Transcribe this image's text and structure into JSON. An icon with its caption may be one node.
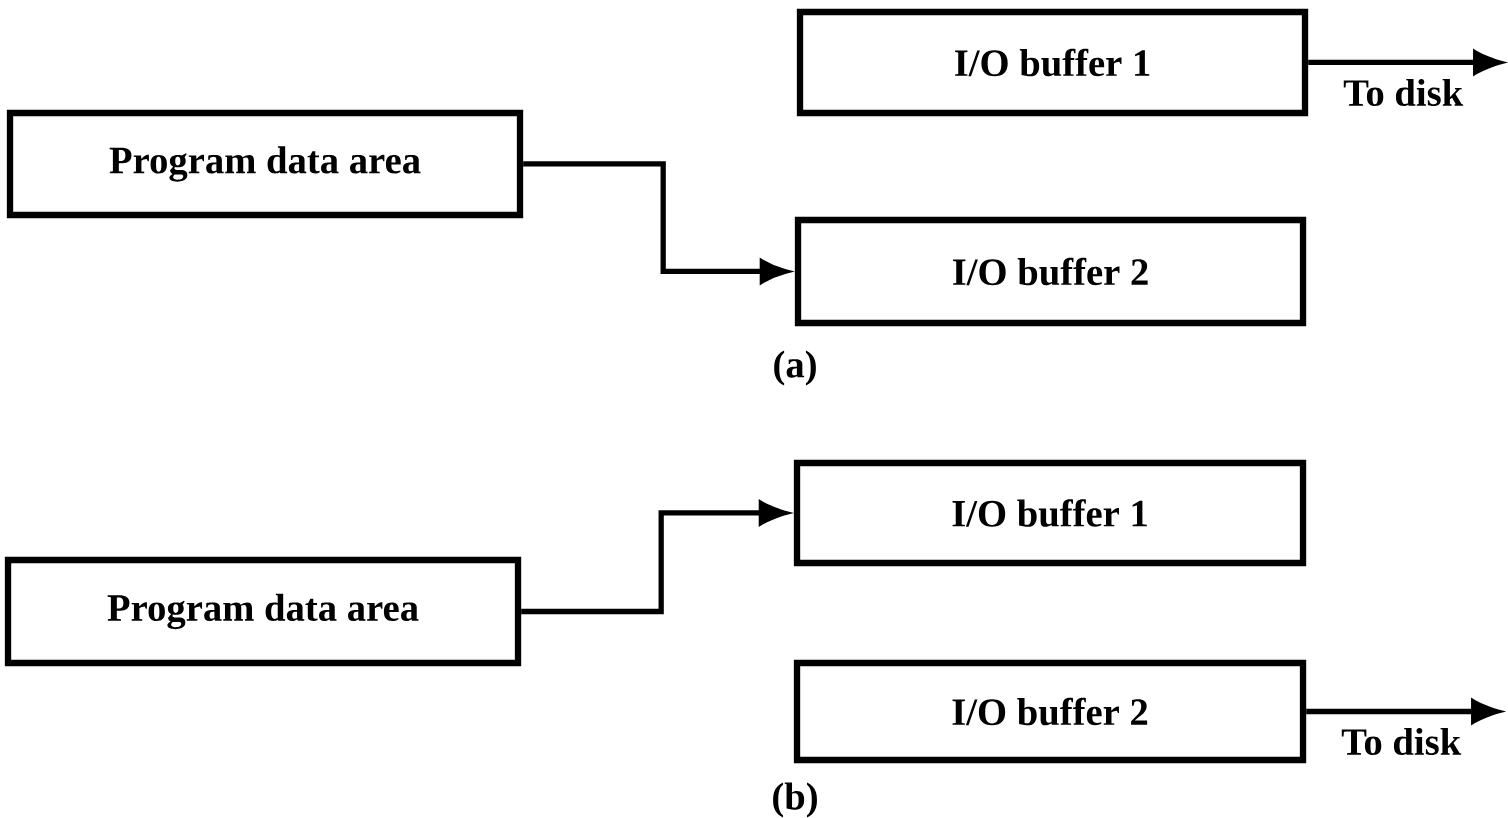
{
  "diagram": {
    "nodes": [
      {
        "text": [
          "Program data area"
        ]
      },
      {
        "text": [
          "I/O buffer 1"
        ]
      },
      {
        "text": [
          "I/O buffer 2"
        ]
      },
      {
        "text": [
          "I/O buffer 1"
        ]
      },
      {
        "text": [
          "Program data area"
        ]
      },
      {
        "text": [
          "I/O buffer 2"
        ]
      }
    ],
    "edges": [
      {
        "from": 0,
        "to": 2,
        "arrow": "to"
      },
      {
        "from": 1,
        "to": null,
        "arrow": "to",
        "label": "To disk"
      },
      {
        "from": 4,
        "to": 3,
        "arrow": "to"
      },
      {
        "from": 5,
        "to": null,
        "arrow": "to",
        "label": "To disk"
      }
    ],
    "labels": [
      "(a)",
      "(b)"
    ]
  }
}
